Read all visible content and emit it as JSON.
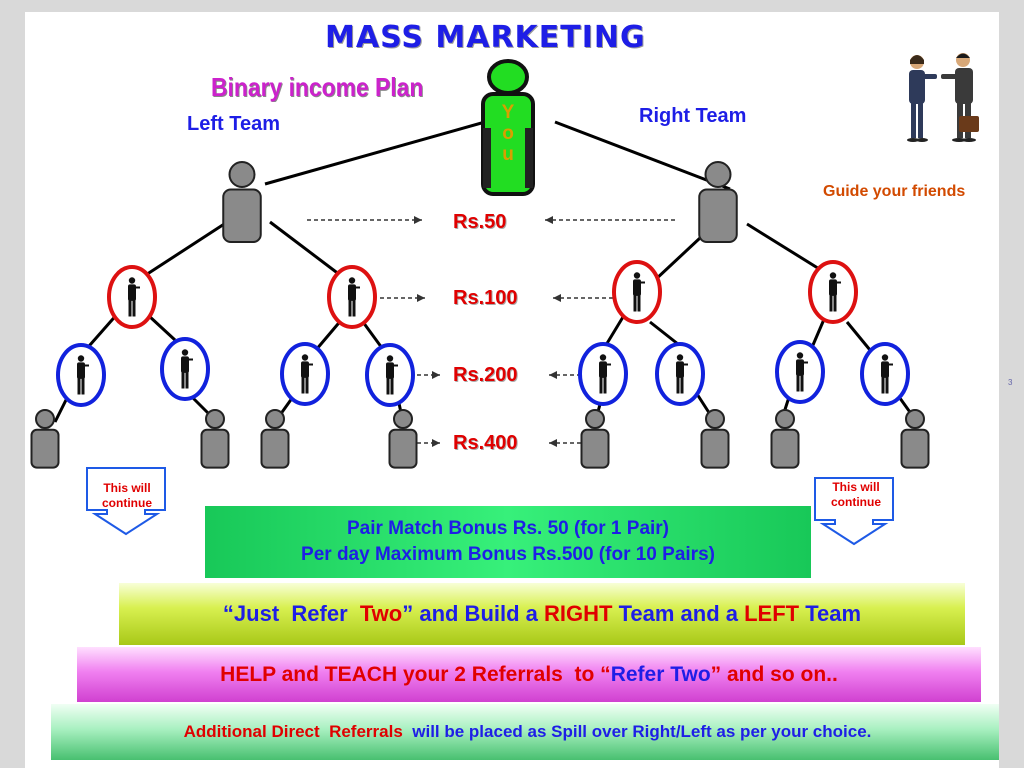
{
  "title": "MASS MARKETING",
  "subtitle": "Binary income Plan",
  "left_team": "Left Team",
  "right_team": "Right Team",
  "guide": "Guide your friends",
  "center_label": [
    "Y",
    "o",
    "u"
  ],
  "levels": [
    "Rs.50",
    "Rs.100",
    "Rs.200",
    "Rs.400"
  ],
  "continue_text": [
    "This will",
    "continue"
  ],
  "pair_bonus": {
    "line1": "Pair Match Bonus Rs. 50 (for 1 Pair)",
    "line2": "Per day Maximum Bonus Rs.500 (for 10 Pairs)"
  },
  "refer_two": {
    "p1": "“Just  Refer  ",
    "p2": "Two",
    "p3": "” and Build a ",
    "p4": "RIGHT",
    "p5": " Team and a ",
    "p6": "LEFT",
    "p7": " Team"
  },
  "help": {
    "p1": "HELP and TEACH your 2 Referrals  to “",
    "p2": "Refer Two",
    "p3": "” and so on.."
  },
  "additional": {
    "p1": "Additional Direct  Referrals  ",
    "p2": "will be placed as Spill over Right/Left as per your choice."
  },
  "slide_number": "3",
  "colors": {
    "title": "#1e1ee6",
    "subtitle": "#cc22cc",
    "amount": "#e00000",
    "you_figure": "#22dd22",
    "ring_red": "#dd1111",
    "ring_blue": "#1122dd",
    "grey_figure": "#8a8a8a"
  }
}
